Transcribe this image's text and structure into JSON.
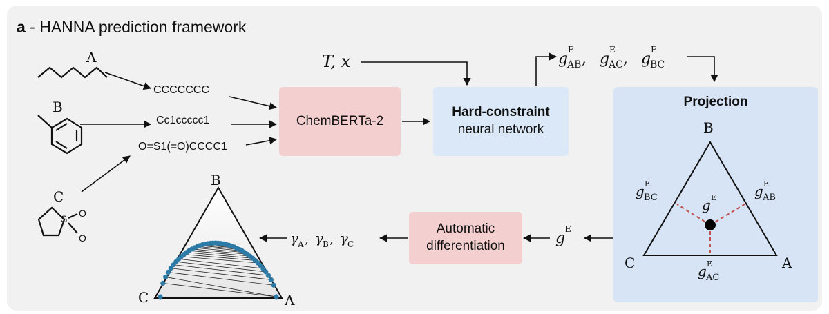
{
  "panel": {
    "label_letter": "a",
    "label_rest": " - HANNA prediction framework"
  },
  "molecules": {
    "a": {
      "name": "A",
      "smiles": "CCCCCCC"
    },
    "b": {
      "name": "B",
      "smiles": "Cc1ccccc1"
    },
    "c": {
      "name": "C",
      "smiles": "O=S1(=O)CCCC1"
    },
    "sulfolane_atoms": [
      "S",
      "O",
      "O"
    ]
  },
  "boxes": {
    "chemberta": "ChemBERTa-2",
    "hardnn_line1": "Hard-constraint",
    "hardnn_line2": "neural network",
    "projection": "Projection",
    "autodiff_line1": "Automatic",
    "autodiff_line2": "differentiation"
  },
  "math": {
    "inputs": "T, x",
    "g": "g",
    "E": "E",
    "sub_ab": "AB",
    "sub_ac": "AC",
    "sub_bc": "BC",
    "gamma": "γ",
    "sub_a": "A",
    "sub_b": "B",
    "sub_c": "C"
  },
  "triangle": {
    "vertex_a": "A",
    "vertex_b": "B",
    "vertex_c": "C"
  },
  "colors": {
    "panel_bg": "#f1f1f1",
    "pink_box": "#f3cfcf",
    "blue_box": "#dbe8f7",
    "projection_bg": "#d7e4f6",
    "dashed_red": "#c0504d",
    "binodal_points": "#2e7aa6"
  }
}
